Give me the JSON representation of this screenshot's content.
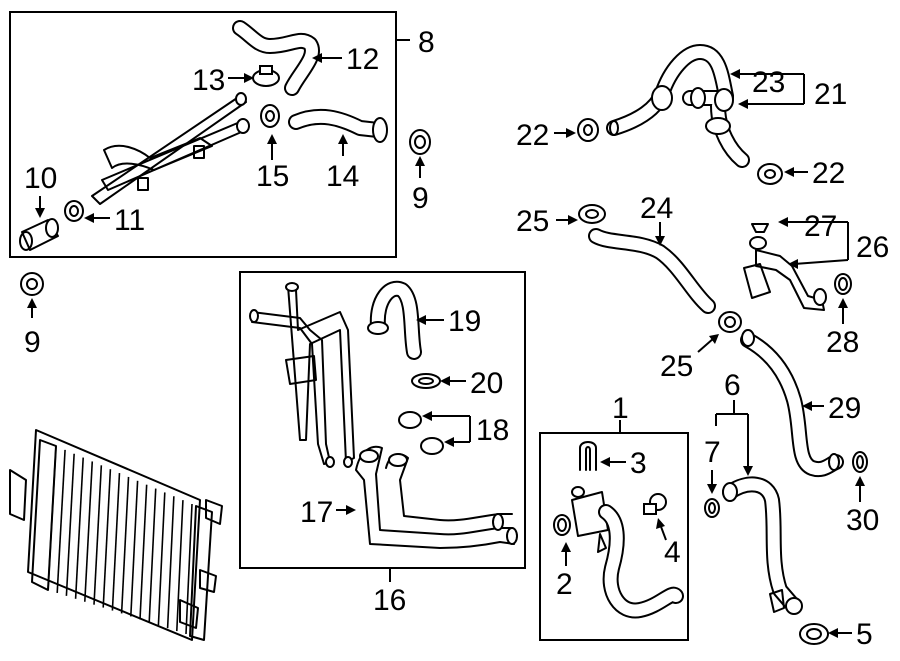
{
  "callouts": {
    "c1": "1",
    "c2": "2",
    "c3": "3",
    "c4": "4",
    "c5": "5",
    "c6": "6",
    "c7": "7",
    "c8": "8",
    "c9a": "9",
    "c9b": "9",
    "c10": "10",
    "c11": "11",
    "c12": "12",
    "c13": "13",
    "c14": "14",
    "c15": "15",
    "c16": "16",
    "c17": "17",
    "c18": "18",
    "c19": "19",
    "c20": "20",
    "c21": "21",
    "c22a": "22",
    "c22b": "22",
    "c23": "23",
    "c24": "24",
    "c25a": "25",
    "c25b": "25",
    "c26": "26",
    "c27": "27",
    "c28": "28",
    "c29": "29",
    "c30": "30"
  }
}
